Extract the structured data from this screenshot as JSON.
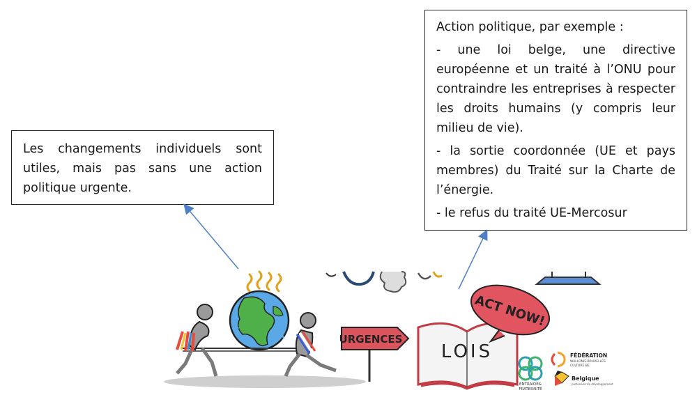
{
  "left_box": {
    "text": "Les changements individuels sont utiles, mais pas sans une action politique urgente."
  },
  "right_box": {
    "heading": "Action politique, par exemple :",
    "items": [
      "- une loi belge, une directive européenne et un traité à l’ONU pour contraindre les entreprises à respecter les droits humains (y compris leur milieu de vie).",
      "- la sortie coordonnée (UE et pays membres) du Traité sur la Charte de l’énergie.",
      "- le refus du traité UE-Mercosur"
    ]
  },
  "illustration": {
    "sign_label": "URGENCES",
    "book_label": "LOIS",
    "bubble_label": "ACT NOW!",
    "logos": {
      "entraide_line1": "ENTRAIDE&",
      "entraide_line2": "FRATERNITÉ",
      "federation_line1": "FÉDÉRATION",
      "federation_line2": "WALLONIE-BRUXELLES",
      "federation_line3": "CULTURE.BE",
      "belgique_line1": "Belgique",
      "belgique_line2": "partenaire du développement"
    }
  },
  "colors": {
    "arrow": "#4f7fc8",
    "sign_red": "#d9545c",
    "bubble_red": "#e0555f",
    "ocean": "#5aa9e6",
    "land": "#4fb04a",
    "heat": "#e0a21a",
    "ribbon": "#e64b3c"
  }
}
